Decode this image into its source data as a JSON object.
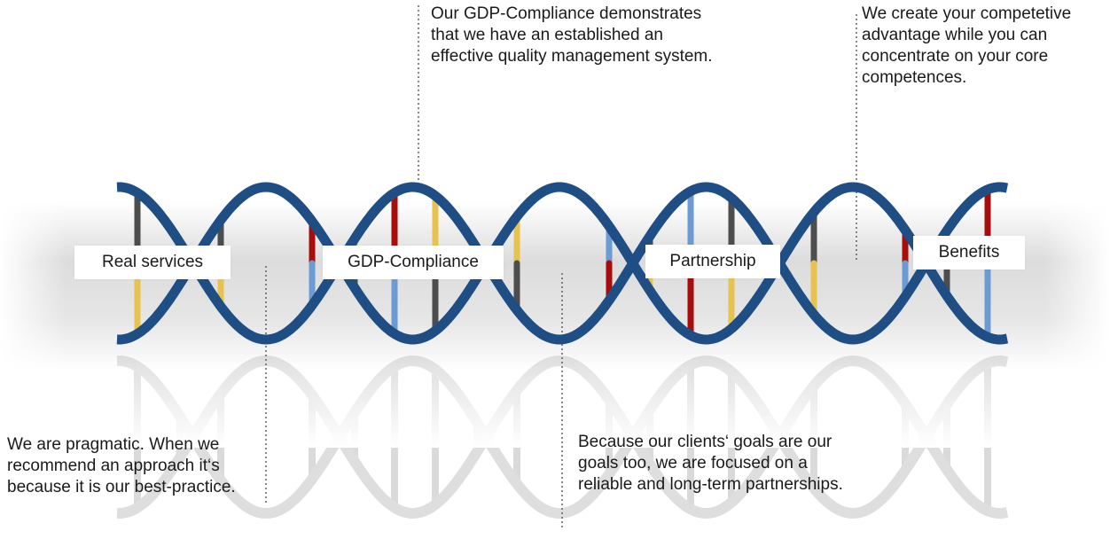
{
  "labels": {
    "real_services": "Real services",
    "gdp_compliance": "GDP-Compliance",
    "partnership": "Partnership",
    "benefits": "Benefits"
  },
  "descriptions": {
    "gdp_compliance": "Our GDP-Compliance demonstrates that we have an established an effective quality management system.",
    "benefits": "We create your competetive advantage while you can concentrate on your core competences.",
    "real_services": "We are pragmatic. When we recommend an approach it‘s because it is our best-practice.",
    "partnership": "Because our clients‘ goals are our goals too, we are focused on a reliable and long-term partnerships."
  },
  "colors": {
    "strand": "#1f4e85",
    "rung_red": "#a80d0d",
    "rung_blue": "#6c9bd4",
    "rung_yellow": "#e6c34f",
    "rung_dark": "#4d4d4d",
    "band": "#dcdcdc"
  }
}
